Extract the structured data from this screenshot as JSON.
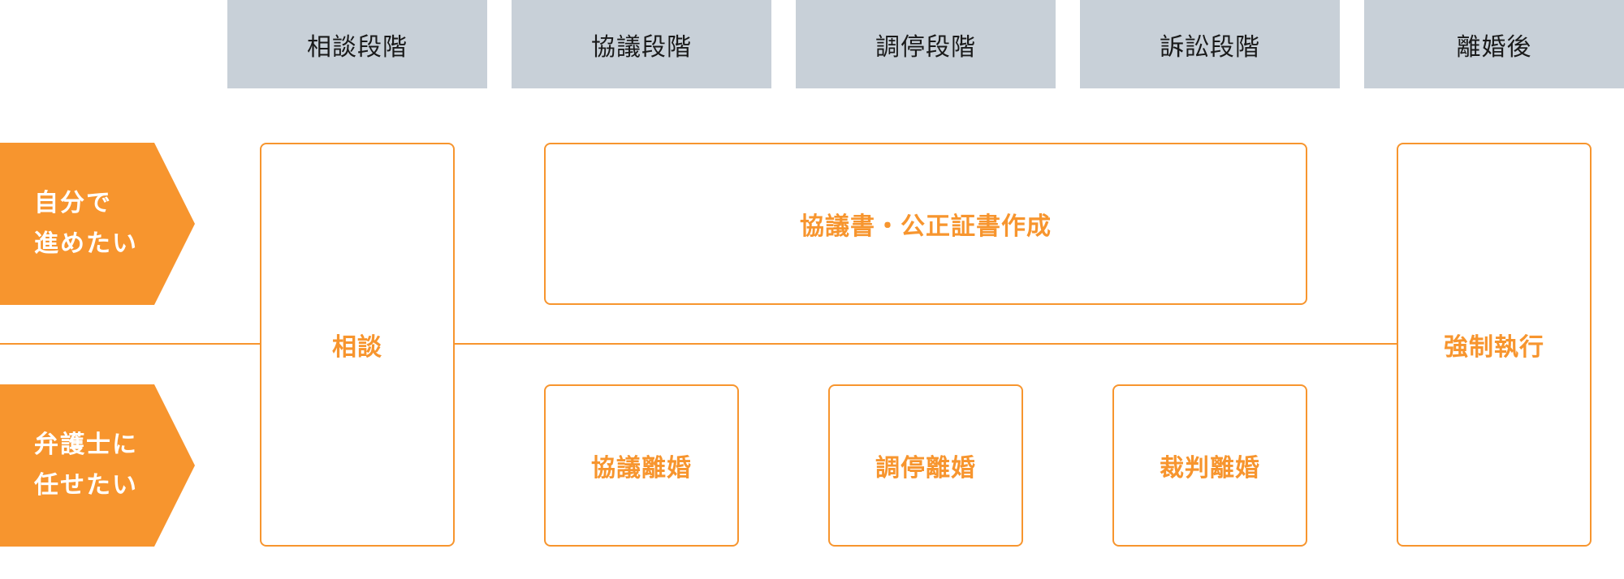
{
  "stages": [
    {
      "label": "相談段階"
    },
    {
      "label": "協議段階"
    },
    {
      "label": "調停段階"
    },
    {
      "label": "訴訟段階"
    },
    {
      "label": "離婚後"
    }
  ],
  "paths": {
    "self": {
      "line1": "自分で",
      "line2": "進めたい"
    },
    "lawyer": {
      "line1": "弁護士に",
      "line2": "任せたい"
    }
  },
  "boxes": {
    "consultation": "相談",
    "agreement_docs": "協議書・公正証書作成",
    "agreement_divorce": "協議離婚",
    "mediation_divorce": "調停離婚",
    "judicial_divorce": "裁判離婚",
    "enforcement": "強制執行"
  },
  "colors": {
    "accent": "#f7952e",
    "header_bg": "#c8d0d8"
  }
}
